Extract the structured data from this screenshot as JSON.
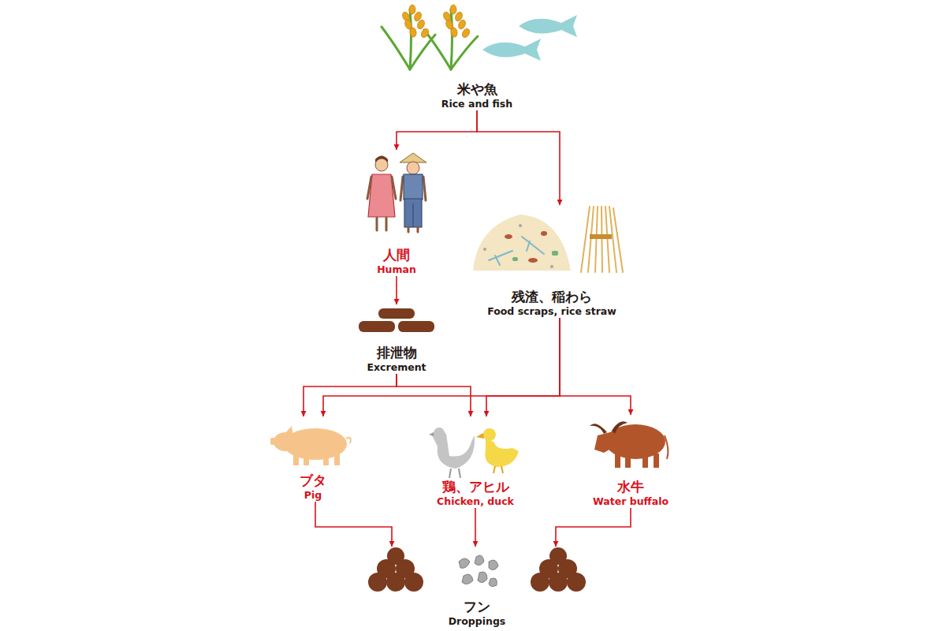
{
  "diagram": {
    "nodes": [
      {
        "text": [
          "米や魚",
          "Rice and fish"
        ]
      },
      {
        "text": [
          "人間",
          "Human"
        ]
      },
      {
        "text": [
          "残渣、稲わら",
          "Food scraps, rice straw"
        ]
      },
      {
        "text": [
          "排泄物",
          "Excrement"
        ]
      },
      {
        "text": [
          "ブタ",
          "Pig"
        ]
      },
      {
        "text": [
          "鶏、アヒル",
          "Chicken, duck"
        ]
      },
      {
        "text": [
          "水牛",
          "Water buffalo"
        ]
      },
      {
        "text": [
          "フン",
          "Droppings"
        ]
      }
    ],
    "edges": [
      {
        "from": 0,
        "to": 1,
        "arrow": "to"
      },
      {
        "from": 0,
        "to": 2,
        "arrow": "to"
      },
      {
        "from": 1,
        "to": 3,
        "arrow": "to"
      },
      {
        "from": 3,
        "to": 4,
        "arrow": "to"
      },
      {
        "from": 3,
        "to": 5,
        "arrow": "to"
      },
      {
        "from": 2,
        "to": 4,
        "arrow": "to"
      },
      {
        "from": 2,
        "to": 5,
        "arrow": "to"
      },
      {
        "from": 2,
        "to": 6,
        "arrow": "to"
      },
      {
        "from": 4,
        "to": 7,
        "arrow": "to"
      },
      {
        "from": 5,
        "to": 7,
        "arrow": "to"
      },
      {
        "from": 6,
        "to": 7,
        "arrow": "to"
      }
    ]
  }
}
